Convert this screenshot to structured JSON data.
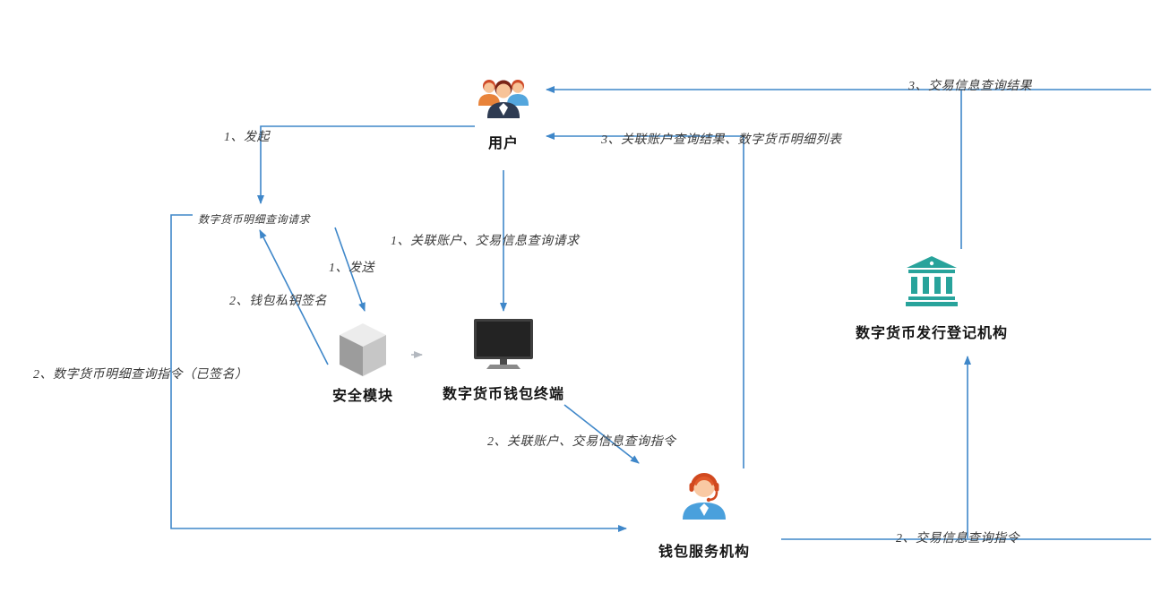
{
  "diagram": {
    "nodes": {
      "user": {
        "label": "用户",
        "icon": "users-icon"
      },
      "security_module": {
        "label": "安全模块",
        "icon": "cube-icon"
      },
      "wallet_terminal": {
        "label": "数字货币钱包终端",
        "icon": "monitor-icon"
      },
      "registry": {
        "label": "数字货币发行登记机构",
        "icon": "bank-icon"
      },
      "wallet_service": {
        "label": "钱包服务机构",
        "icon": "headset-agent-icon"
      }
    },
    "notes": {
      "detail_query_request": {
        "label": "数字货币明细查询请求"
      }
    },
    "edges": {
      "initiate": {
        "label": "1、发起",
        "from": "user",
        "to": "detail_query_request"
      },
      "send": {
        "label": "1、发送",
        "from": "detail_query_request",
        "to": "security_module"
      },
      "private_key_sign": {
        "label": "2、钱包私钥签名",
        "from": "security_module",
        "to": "detail_query_request"
      },
      "signed_instruction": {
        "label": "2、数字货币明细查询指令（已签名）",
        "from": "detail_query_request",
        "to": "wallet_service"
      },
      "account_query_request": {
        "label": "1、关联账户、交易信息查询请求",
        "from": "user",
        "to": "wallet_terminal"
      },
      "module_to_terminal": {
        "label": "",
        "from": "security_module",
        "to": "wallet_terminal"
      },
      "account_query_instruction": {
        "label": "2、关联账户、交易信息查询指令",
        "from": "wallet_terminal",
        "to": "wallet_service"
      },
      "tx_query_instruction": {
        "label": "2、交易信息查询指令",
        "from": "wallet_service",
        "to": "registry"
      },
      "tx_query_result": {
        "label": "3、交易信息查询结果",
        "from": "registry",
        "to": "user"
      },
      "account_query_result": {
        "label": "3、关联账户查询结果、数字货币明细列表",
        "from": "wallet_service",
        "to": "user"
      }
    },
    "colors": {
      "arrow": "#3f87c9",
      "edge_label": "#3a3a3a",
      "node_label": "#141414",
      "bank_teal": "#28a39b",
      "person_orange": "#e8833a",
      "person_blue": "#54a6dd",
      "suit_navy": "#2e3b52"
    }
  }
}
